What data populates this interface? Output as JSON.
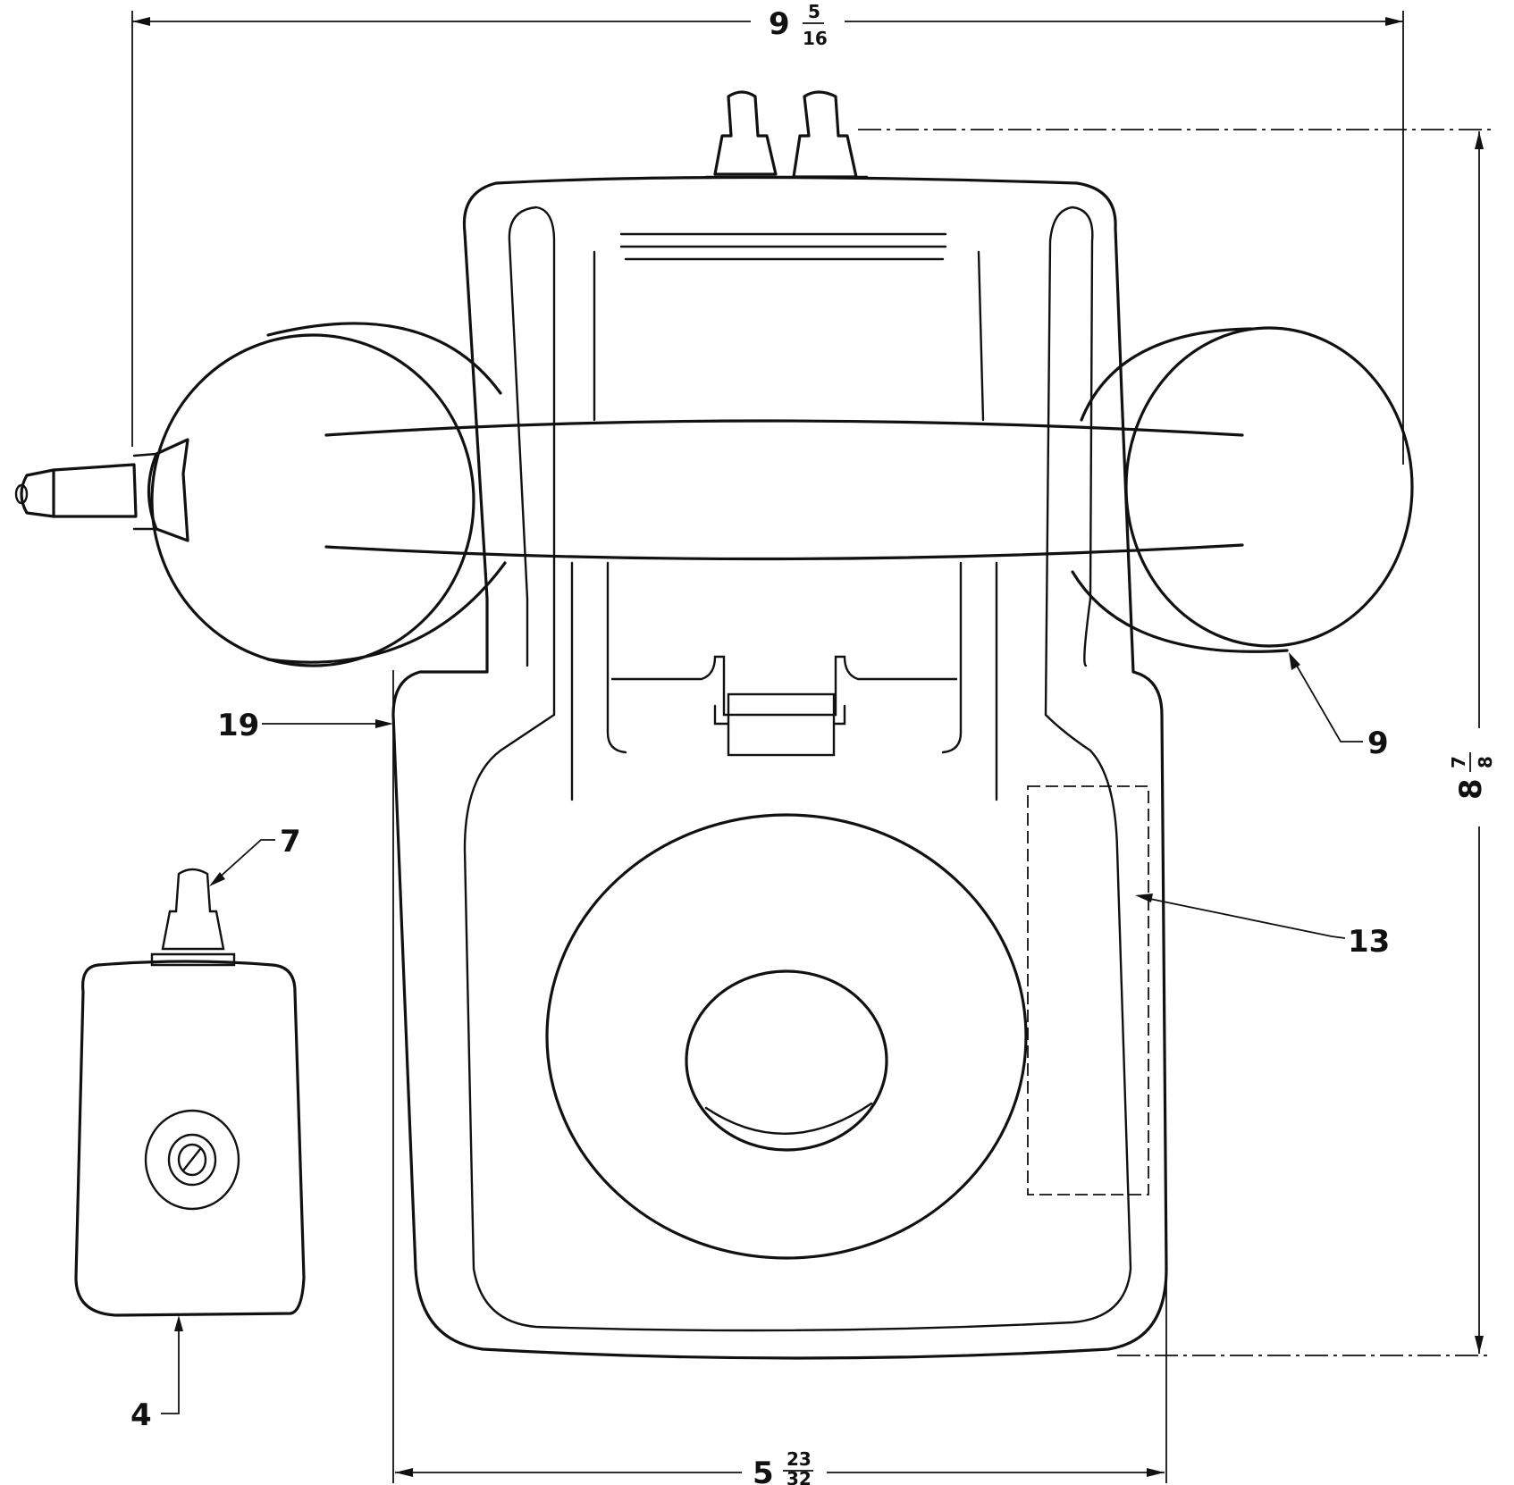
{
  "dimensions": {
    "width_whole": "9",
    "width_num": "5",
    "width_den": "16",
    "height_whole": "8",
    "height_num": "7",
    "height_den": "8",
    "base_whole": "5",
    "base_num": "23",
    "base_den": "32"
  },
  "callouts": {
    "body": "19",
    "handset_earpiece": "9",
    "dial_area": "13",
    "plug_cable": "7",
    "plug_unit": "4"
  }
}
